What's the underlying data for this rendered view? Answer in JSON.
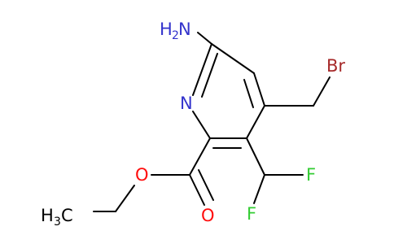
{
  "molecule": {
    "colors": {
      "bond": "#000000",
      "nitrogen": "#3333cc",
      "oxygen": "#ff0d0d",
      "bromine": "#a62929",
      "fluorine": "#33cc33",
      "carbon": "#000000"
    },
    "labels": {
      "amino": "H",
      "amino_sub": "2",
      "amino_n": "N",
      "ring_n": "N",
      "bromine": "Br",
      "fluorine_1": "F",
      "fluorine_2": "F",
      "ester_o": "O",
      "carbonyl_o": "O",
      "methyl_h": "H",
      "methyl_sub": "3",
      "methyl_c": "C"
    }
  }
}
